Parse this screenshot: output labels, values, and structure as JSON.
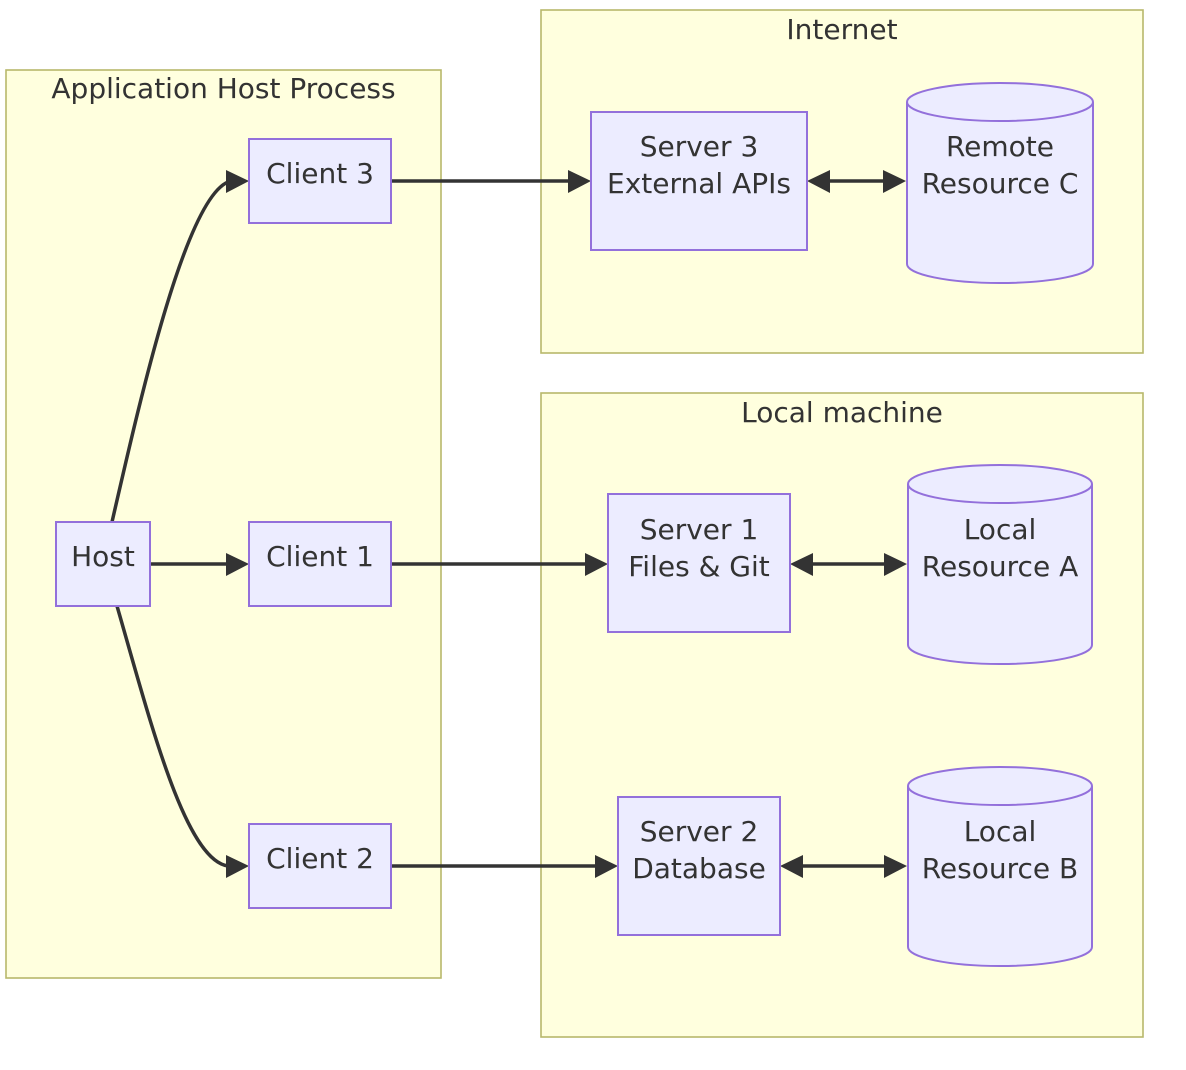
{
  "colors": {
    "cluster_fill": "#ffffde",
    "cluster_stroke": "#b8b86b",
    "node_fill": "#ececff",
    "node_stroke": "#9370db",
    "edge": "#333333",
    "text": "#333333"
  },
  "clusters": {
    "app_host": {
      "label": "Application Host Process"
    },
    "internet": {
      "label": "Internet"
    },
    "local": {
      "label": "Local machine"
    }
  },
  "nodes": {
    "host": {
      "label": "Host"
    },
    "client1": {
      "label": "Client 1"
    },
    "client2": {
      "label": "Client 2"
    },
    "client3": {
      "label": "Client 3"
    },
    "server1": {
      "line1": "Server 1",
      "line2": "Files & Git"
    },
    "server2": {
      "line1": "Server 2",
      "line2": "Database"
    },
    "server3": {
      "line1": "Server 3",
      "line2": "External APIs"
    },
    "resourceA": {
      "line1": "Local",
      "line2": "Resource A",
      "shape": "cylinder"
    },
    "resourceB": {
      "line1": "Local",
      "line2": "Resource B",
      "shape": "cylinder"
    },
    "resourceC": {
      "line1": "Remote",
      "line2": "Resource C",
      "shape": "cylinder"
    }
  },
  "edges": [
    {
      "from": "Host",
      "to": "Client 1",
      "direction": "forward"
    },
    {
      "from": "Host",
      "to": "Client 2",
      "direction": "forward"
    },
    {
      "from": "Host",
      "to": "Client 3",
      "direction": "forward"
    },
    {
      "from": "Client 1",
      "to": "Server 1",
      "direction": "forward"
    },
    {
      "from": "Client 2",
      "to": "Server 2",
      "direction": "forward"
    },
    {
      "from": "Client 3",
      "to": "Server 3",
      "direction": "forward"
    },
    {
      "from": "Server 1",
      "to": "Local Resource A",
      "direction": "both"
    },
    {
      "from": "Server 2",
      "to": "Local Resource B",
      "direction": "both"
    },
    {
      "from": "Server 3",
      "to": "Remote Resource C",
      "direction": "both"
    }
  ]
}
